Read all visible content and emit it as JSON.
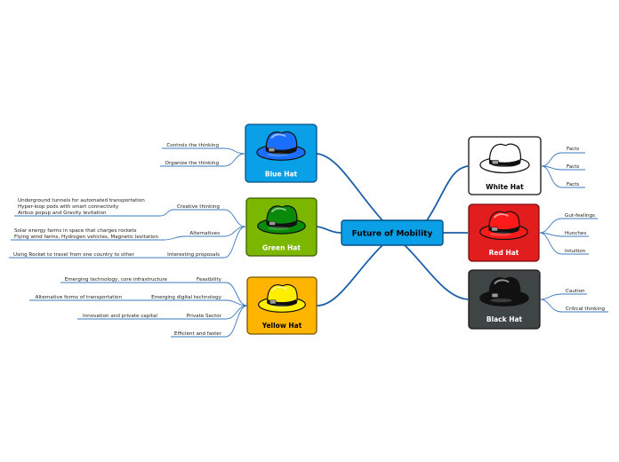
{
  "center": {
    "label": "Future of Mobility"
  },
  "colors": {
    "center_fill": "#0aa0e8",
    "connector": "#1a5fa8",
    "branch_line": "#3a78c0",
    "white_hat": "#ffffff",
    "red_hat": "#e11d1d",
    "black_hat": "#3f4444",
    "blue_hat": "#0aa0e8",
    "green_hat": "#7cb700",
    "yellow_hat": "#ffb400"
  },
  "hats": {
    "white": {
      "title": "White Hat",
      "color": "white",
      "items": [
        {
          "label": "Facts"
        },
        {
          "label": "Facts"
        },
        {
          "label": "Facts"
        }
      ]
    },
    "red": {
      "title": "Red Hat",
      "color": "red",
      "items": [
        {
          "label": "Gut-feelings"
        },
        {
          "label": "Hunches"
        },
        {
          "label": "Intuition"
        }
      ]
    },
    "black": {
      "title": "Black Hat",
      "color": "black",
      "items": [
        {
          "label": "Caution"
        },
        {
          "label": "Critical thinking"
        }
      ]
    },
    "blue": {
      "title": "Blue Hat",
      "color": "blue",
      "items": [
        {
          "label": "Controls the thinking"
        },
        {
          "label": "Organize the thinking"
        }
      ]
    },
    "green": {
      "title": "Green Hat",
      "color": "green",
      "items": [
        {
          "label": "Creative thinking",
          "notes": [
            "Underground tunnels for automated transportation",
            "Hyper-loop pods with smart connectivity",
            "Airbus popup and Gravity levitation"
          ]
        },
        {
          "label": "Alternatives",
          "notes": [
            "Solar energy farms in space that charges rockets",
            "Flying wind farms, Hydrogen vehicles, Magnetic levitation"
          ]
        },
        {
          "label": "Interesting proposals",
          "notes": [
            "Using Rocket to travel from one country to other"
          ]
        }
      ]
    },
    "yellow": {
      "title": "Yellow Hat",
      "color": "yellow",
      "items": [
        {
          "label": "Feasibility",
          "notes": [
            "Emerging technology, core infrastructure"
          ]
        },
        {
          "label": "Emerging digital technology",
          "notes": [
            "Alternative forms of transportation"
          ]
        },
        {
          "label": "Private Sector",
          "notes": [
            "Innovation and private capital"
          ]
        },
        {
          "label": "Efficient and faster"
        }
      ]
    }
  }
}
